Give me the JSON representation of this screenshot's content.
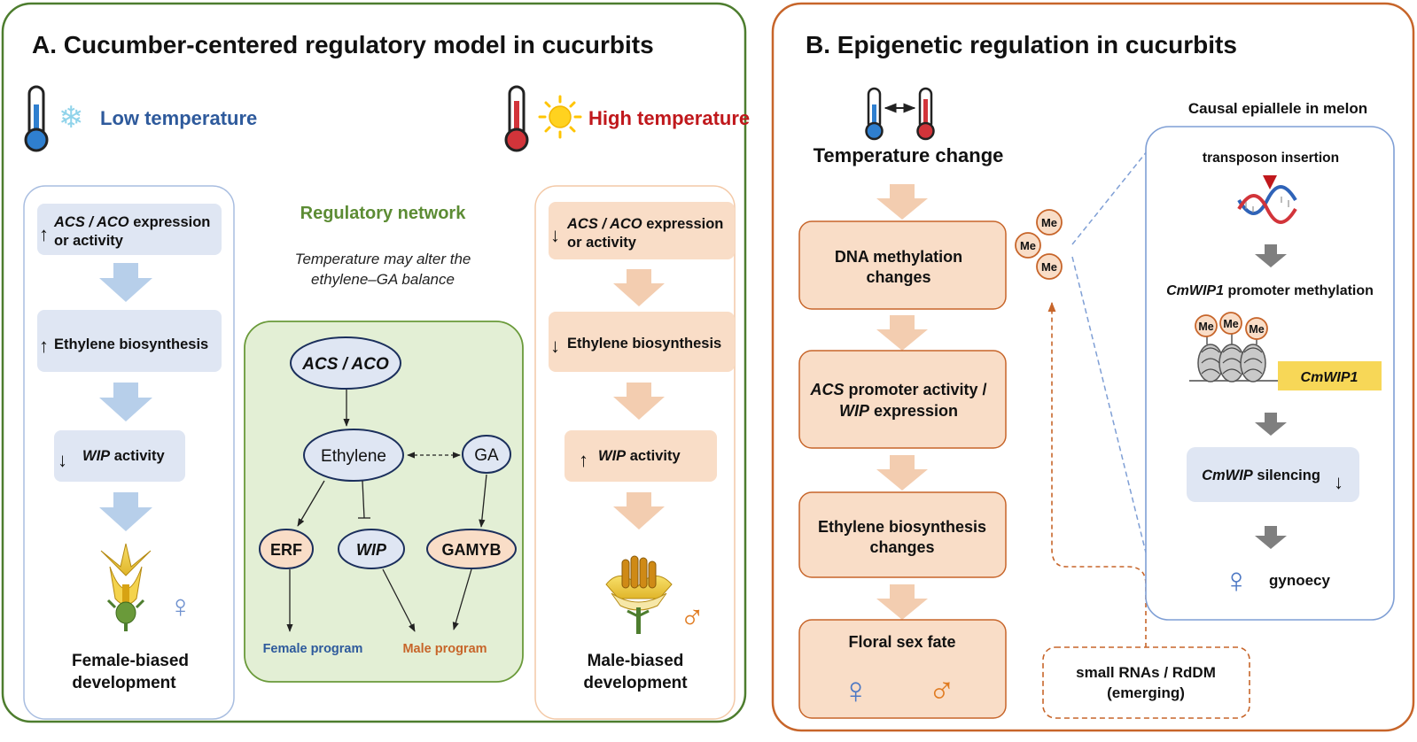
{
  "panelA": {
    "title": "A. Cucumber-centered regulatory model in cucurbits",
    "low_temp": {
      "label": "Low temperature",
      "step1_gene": "ACS / ACO",
      "step1_rest": " expression",
      "step1_line2": "or activity",
      "step2": "Ethylene biosynthesis",
      "step3_gene": "WIP",
      "step3_rest": " activity",
      "outcome_line1": "Female-biased",
      "outcome_line2": "development"
    },
    "high_temp": {
      "label": "High temperature",
      "step1_gene": "ACS / ACO",
      "step1_rest": " expression",
      "step1_line2": "or activity",
      "step2": "Ethylene biosynthesis",
      "step3_gene": "WIP",
      "step3_rest": " activity",
      "outcome_line1": "Male-biased",
      "outcome_line2": "development"
    },
    "network": {
      "title": "Regulatory network",
      "subtitle_line1": "Temperature may alter the",
      "subtitle_line2": "ethylene–GA balance",
      "nodes": {
        "acs_aco": "ACS / ACO",
        "ethylene": "Ethylene",
        "ga": "GA",
        "erf": "ERF",
        "wip": "WIP",
        "gamyb": "GAMYB"
      },
      "female_program": "Female program",
      "male_program": "Male program"
    }
  },
  "panelB": {
    "title": "B. Epigenetic regulation in cucurbits",
    "temp_change": "Temperature change",
    "flow": {
      "step1_line1": "DNA methylation",
      "step1_line2": "changes",
      "step2_gene1": "ACS",
      "step2_rest1": " promoter activity /",
      "step2_gene2": "WIP",
      "step2_rest2": " expression",
      "step3_line1": "Ethylene biosynthesis",
      "step3_line2": "changes",
      "step4": "Floral sex fate"
    },
    "me_label": "Me",
    "small_rna_line1": "small RNAs / RdDM",
    "small_rna_line2": "(emerging)",
    "melon": {
      "title": "Causal epiallele in melon",
      "transposon": "transposon insertion",
      "promoter_gene": "CmWIP1",
      "promoter_rest": " promoter methylation",
      "gene_box": "CmWIP1",
      "silencing_gene": "CmWIP",
      "silencing_rest": " silencing",
      "gynoecy": "gynoecy"
    }
  },
  "symbols": {
    "female": "♀",
    "male": "♂",
    "snowflake": "❄",
    "up_arrow": "↑",
    "down_arrow": "↓"
  },
  "colors": {
    "panelA_border": "#4d7d2e",
    "panelB_border": "#c7652a",
    "low_temp_blue": "#2e5a9c",
    "high_temp_red": "#c0181c",
    "network_green": "#5c8c34",
    "network_fill": "#e3efd5",
    "blue_box": "#dfe6f3",
    "peach_box": "#f9ddc7",
    "female_program": "#2e5a9c",
    "male_program": "#c7652a",
    "cmwip1_yellow": "#f7d757"
  }
}
